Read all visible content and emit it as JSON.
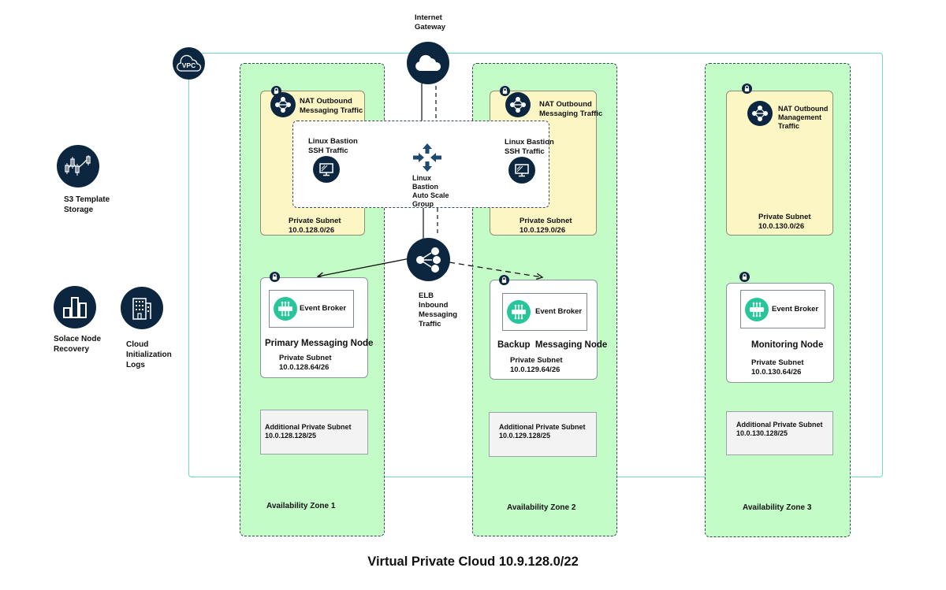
{
  "vpc": {
    "badge": "VPC",
    "caption": "Virtual Private Cloud 10.9.128.0/22"
  },
  "internet_gateway": {
    "label_line1": "Internet",
    "label_line2": "Gateway"
  },
  "side_services": [
    {
      "label_line1": "S3 Template",
      "label_line2": "Storage",
      "icon": "candlestick-chart-icon"
    },
    {
      "label_line1": "Solace Node",
      "label_line2": "Recovery",
      "icon": "bar-chart-icon"
    },
    {
      "label_line1": "Cloud",
      "label_line2": "Initialization",
      "label_line3": "Logs",
      "icon": "building-icon"
    }
  ],
  "bastion_group": {
    "label_lines": [
      "Linux",
      "Bastion",
      "Auto Scale",
      "Group"
    ],
    "left": {
      "line1": "Linux Bastion",
      "line2": "SSH Traffic"
    },
    "right": {
      "line1": "Linux Bastion",
      "line2": "SSH Traffic"
    }
  },
  "elb": {
    "label_lines": [
      "ELB",
      "Inbound",
      "Messaging",
      "Traffic"
    ]
  },
  "zones": [
    {
      "name": "Availability Zone 1",
      "nat": {
        "line1": "NAT Outbound",
        "line2": "Messaging Traffic",
        "subnet_label": "Private Subnet",
        "subnet_cidr": "10.0.128.0/26"
      },
      "node": {
        "broker": "Event Broker",
        "title": "Primary Messaging Node",
        "subnet_label": "Private Subnet",
        "subnet_cidr": "10.0.128.64/26"
      },
      "additional": {
        "label": "Additional Private Subnet",
        "cidr": "10.0.128.128/25"
      }
    },
    {
      "name": "Availability Zone 2",
      "nat": {
        "line1": "NAT Outbound",
        "line2": "Messaging Traffic",
        "subnet_label": "Private Subnet",
        "subnet_cidr": "10.0.129.0/26"
      },
      "node": {
        "broker": "Event Broker",
        "title": "Backup  Messaging Node",
        "subnet_label": "Private Subnet",
        "subnet_cidr": "10.0.129.64/26"
      },
      "additional": {
        "label": "Additional Private Subnet",
        "cidr": "10.0.129.128/25"
      }
    },
    {
      "name": "Availability Zone 3",
      "nat": {
        "line1": "NAT Outbound",
        "line2": "Management",
        "line3": "Traffic",
        "subnet_label": "Private Subnet",
        "subnet_cidr": "10.0.130.0/26"
      },
      "node": {
        "broker": "Event Broker",
        "title": "Monitoring Node",
        "subnet_label": "Private Subnet",
        "subnet_cidr": "10.0.130.64/26"
      },
      "additional": {
        "label": "Additional Private Subnet",
        "cidr": "10.0.130.128/25"
      }
    }
  ],
  "colors": {
    "navy": "#0d2640",
    "az_fill": "#c4fcc8",
    "nat_fill": "#fcf6c5",
    "vpc_line": "#6fdcbf",
    "broker_green": "#27c59a"
  }
}
